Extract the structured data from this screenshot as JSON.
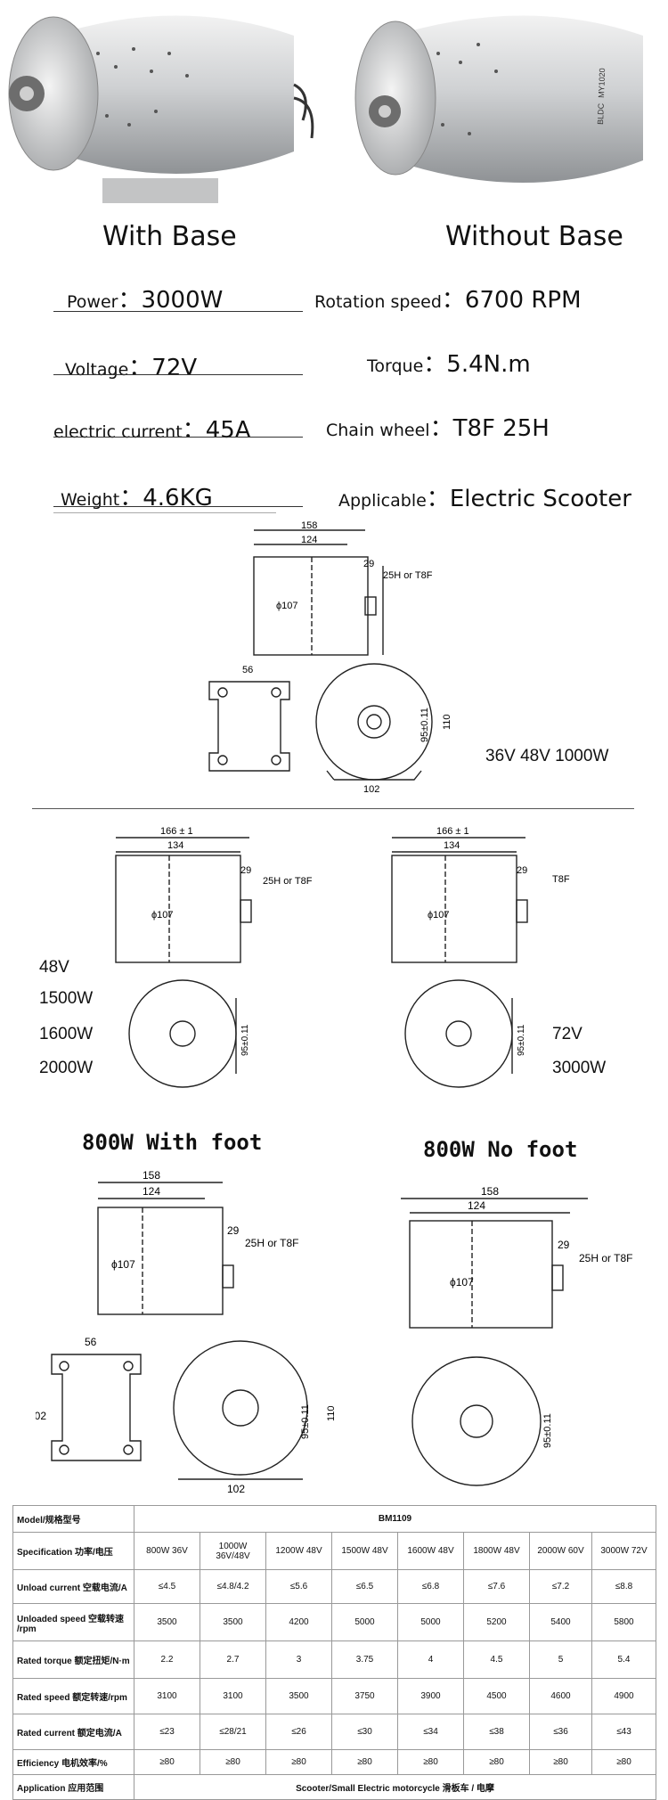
{
  "photos": {
    "left_caption": "With Base",
    "right_caption": "Without Base",
    "label_text": [
      "BLDC",
      "MY1020"
    ]
  },
  "specs": [
    {
      "label": "Power",
      "value": "3000W"
    },
    {
      "label": "Rotation speed",
      "value": "6700 RPM"
    },
    {
      "label": "Voltage",
      "value": "72V"
    },
    {
      "label": "Torque",
      "value": "5.4N.m"
    },
    {
      "label": "electric current",
      "value": "45A"
    },
    {
      "label": "Chain wheel",
      "value": "T8F 25H"
    },
    {
      "label": "Weight",
      "value": "4.6KG"
    },
    {
      "label": "Applicable",
      "value": "Electric Scooter"
    }
  ],
  "sep": "：",
  "drawing1": {
    "overall": "158",
    "body": "124",
    "shaft": "29",
    "sprocket": "25H or T8F",
    "diameter": "ϕ107",
    "base_width": "56",
    "base_height": "102",
    "bolt_circle": "95±0.11",
    "height": "110",
    "foot_width": "102",
    "voltage_note": "36V 48V 1000W"
  },
  "drawing2": {
    "overall": "166 ± 1",
    "body": "134",
    "shaft": "29",
    "sprocket": "25H or T8F",
    "diameter": "ϕ107",
    "bolt_circle": "95±0.11",
    "variants": [
      "48V",
      "1500W",
      "1600W",
      "2000W"
    ]
  },
  "drawing3": {
    "overall": "166 ± 1",
    "body": "134",
    "shaft": "29",
    "sprocket": "T8F",
    "diameter": "ϕ107",
    "bolt_circle": "95±0.11",
    "variants": [
      "72V",
      "3000W"
    ]
  },
  "drawing4": {
    "heading": "800W With foot",
    "overall": "158",
    "body": "124",
    "shaft": "29",
    "sprocket": "25H or T8F",
    "diameter": "ϕ107",
    "base_width": "56",
    "base_height": "102",
    "bolt_circle": "95±0.11",
    "height": "110",
    "foot_width": "102"
  },
  "drawing5": {
    "heading": "800W No foot",
    "overall": "158",
    "body": "124",
    "shaft": "29",
    "sprocket": "25H or T8F",
    "diameter": "ϕ107",
    "bolt_circle": "95±0.11"
  },
  "table": {
    "model_label": "Model/规格型号",
    "model_value": "BM1109",
    "rows": [
      {
        "label": "Specification 功率/电压",
        "values": [
          "800W 36V",
          "1000W 36V/48V",
          "1200W 48V",
          "1500W 48V",
          "1600W 48V",
          "1800W 48V",
          "2000W 60V",
          "3000W 72V"
        ]
      },
      {
        "label": "Unload current 空载电流/A",
        "values": [
          "≤4.5",
          "≤4.8/4.2",
          "≤5.6",
          "≤6.5",
          "≤6.8",
          "≤7.6",
          "≤7.2",
          "≤8.8"
        ]
      },
      {
        "label": "Unloaded speed 空载转速 /rpm",
        "values": [
          "3500",
          "3500",
          "4200",
          "5000",
          "5000",
          "5200",
          "5400",
          "5800"
        ]
      },
      {
        "label": "Rated torque 额定扭矩/N·m",
        "values": [
          "2.2",
          "2.7",
          "3",
          "3.75",
          "4",
          "4.5",
          "5",
          "5.4"
        ]
      },
      {
        "label": "Rated speed 额定转速/rpm",
        "values": [
          "3100",
          "3100",
          "3500",
          "3750",
          "3900",
          "4500",
          "4600",
          "4900"
        ]
      },
      {
        "label": "Rated current 额定电流/A",
        "values": [
          "≤23",
          "≤28/21",
          "≤26",
          "≤30",
          "≤34",
          "≤38",
          "≤36",
          "≤43"
        ]
      },
      {
        "label": "Efficiency 电机效率/%",
        "values": [
          "≥80",
          "≥80",
          "≥80",
          "≥80",
          "≥80",
          "≥80",
          "≥80",
          "≥80"
        ]
      }
    ],
    "application_label": "Application 应用范围",
    "application_value": "Scooter/Small Electric motorcycle 滑板车 / 电摩"
  }
}
